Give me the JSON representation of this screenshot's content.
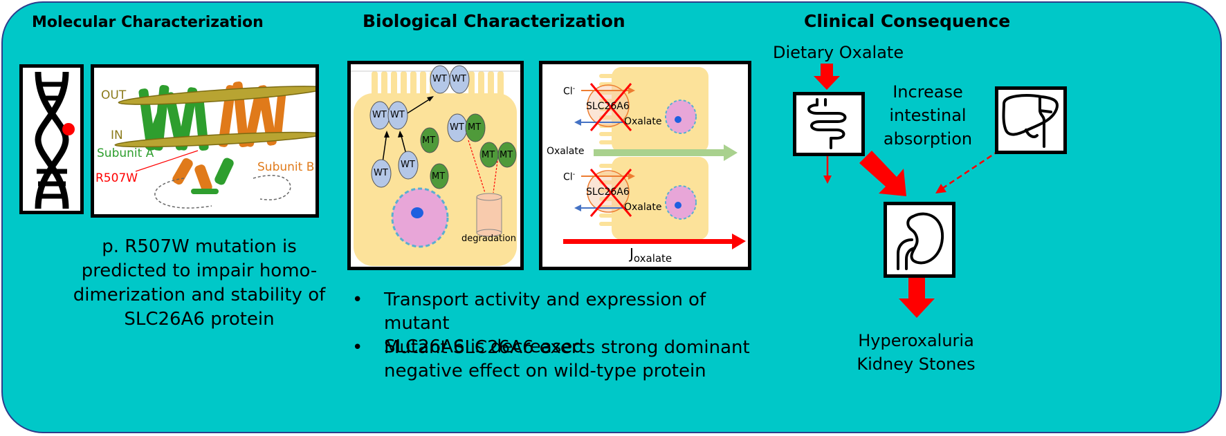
{
  "sections": {
    "molecular": "Molecular Characterization",
    "biological": "Biological Characterization",
    "clinical": "Clinical Consequence"
  },
  "structure_labels": {
    "out": "OUT",
    "in": "IN",
    "subunit_a": "Subunit A",
    "subunit_b": "Subunit B",
    "mutation": "R507W"
  },
  "molecular_caption": [
    "p. R507W mutation is",
    "predicted to impair homo-",
    "dimerization and stability of",
    "SLC26A6 protein"
  ],
  "cell_labels": {
    "wt": "WT",
    "mt": "MT",
    "degradation": "degradation"
  },
  "transport": {
    "chloride": "Cl",
    "chloride_superscript": "-",
    "transporter": "SLC26A6",
    "oxalate": "Oxalate",
    "flux_main": "J",
    "flux_sub": "oxalate"
  },
  "bullets": [
    {
      "marker": "•",
      "lines": [
        "Transport activity and expression of mutant",
        "SLC26A6 is decreased"
      ]
    },
    {
      "marker": "•",
      "lines": [
        "Mutant SLC26A6 exerts strong dominant",
        "negative effect on wild-type protein"
      ]
    }
  ],
  "clinical": {
    "dietary": "Dietary Oxalate",
    "increase": [
      "Increase",
      "intestinal",
      "absorption"
    ],
    "outcome": [
      "Hyperoxaluria",
      "Kidney Stones"
    ]
  },
  "colors": {
    "background": "#00C8C8",
    "border": "#2E3C8C",
    "cell": "#FCE29A",
    "wt_protein": "#B4C7E7",
    "mt_protein": "#4F9A3A",
    "nucleus": "#E8A6D8",
    "nucleus_dot": "#1E5FE0",
    "red_arrow": "#FF0000",
    "green_arrow": "#A9D18E",
    "orange_arrow": "#ED7D31",
    "blue_arrow": "#4472C4"
  }
}
